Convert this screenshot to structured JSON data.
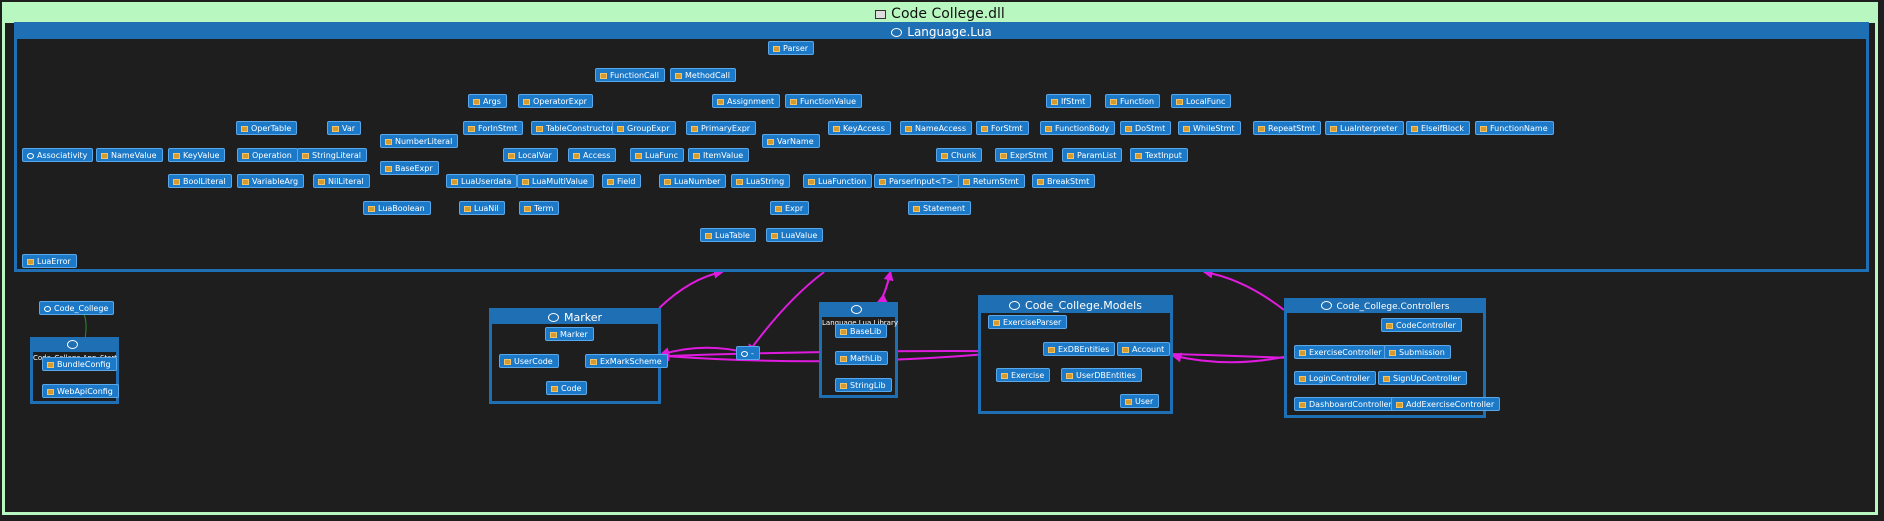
{
  "title": "Code College.dll",
  "groups": [
    {
      "id": "lua",
      "label": "Language.Lua"
    },
    {
      "id": "appstart",
      "label": "Code_College.App_Start"
    },
    {
      "id": "marker",
      "label": "Marker"
    },
    {
      "id": "lualib",
      "label": "Language.Lua.Library"
    },
    {
      "id": "models",
      "label": "Code_College.Models"
    },
    {
      "id": "controllers",
      "label": "Code_College.Controllers"
    }
  ],
  "nodes": [
    {
      "id": "Parser",
      "label": "Parser"
    },
    {
      "id": "FunctionCall",
      "label": "FunctionCall"
    },
    {
      "id": "MethodCall",
      "label": "MethodCall"
    },
    {
      "id": "Args",
      "label": "Args"
    },
    {
      "id": "OperatorExpr",
      "label": "OperatorExpr"
    },
    {
      "id": "Assignment",
      "label": "Assignment"
    },
    {
      "id": "FunctionValue",
      "label": "FunctionValue"
    },
    {
      "id": "IfStmt",
      "label": "IfStmt"
    },
    {
      "id": "Function",
      "label": "Function"
    },
    {
      "id": "LocalFunc",
      "label": "LocalFunc"
    },
    {
      "id": "OperTable",
      "label": "OperTable"
    },
    {
      "id": "Var",
      "label": "Var"
    },
    {
      "id": "ForInStmt",
      "label": "ForInStmt"
    },
    {
      "id": "TableConstructor",
      "label": "TableConstructor"
    },
    {
      "id": "GroupExpr",
      "label": "GroupExpr"
    },
    {
      "id": "PrimaryExpr",
      "label": "PrimaryExpr"
    },
    {
      "id": "KeyAccess",
      "label": "KeyAccess"
    },
    {
      "id": "NameAccess",
      "label": "NameAccess"
    },
    {
      "id": "ForStmt",
      "label": "ForStmt"
    },
    {
      "id": "FunctionBody",
      "label": "FunctionBody"
    },
    {
      "id": "DoStmt",
      "label": "DoStmt"
    },
    {
      "id": "WhileStmt",
      "label": "WhileStmt"
    },
    {
      "id": "RepeatStmt",
      "label": "RepeatStmt"
    },
    {
      "id": "LuaInterpreter",
      "label": "LuaInterpreter"
    },
    {
      "id": "ElseifBlock",
      "label": "ElseifBlock"
    },
    {
      "id": "FunctionName",
      "label": "FunctionName"
    },
    {
      "id": "NumberLiteral",
      "label": "NumberLiteral"
    },
    {
      "id": "VarName",
      "label": "VarName"
    },
    {
      "id": "Associativity",
      "label": "Associativity",
      "ns": true
    },
    {
      "id": "NameValue",
      "label": "NameValue"
    },
    {
      "id": "KeyValue",
      "label": "KeyValue"
    },
    {
      "id": "Operation",
      "label": "Operation"
    },
    {
      "id": "StringLiteral",
      "label": "StringLiteral"
    },
    {
      "id": "LocalVar",
      "label": "LocalVar"
    },
    {
      "id": "Access",
      "label": "Access"
    },
    {
      "id": "LuaFunc",
      "label": "LuaFunc"
    },
    {
      "id": "ItemValue",
      "label": "ItemValue"
    },
    {
      "id": "Chunk",
      "label": "Chunk"
    },
    {
      "id": "ExprStmt",
      "label": "ExprStmt"
    },
    {
      "id": "ParamList",
      "label": "ParamList"
    },
    {
      "id": "TextInput",
      "label": "TextInput"
    },
    {
      "id": "BaseExpr",
      "label": "BaseExpr"
    },
    {
      "id": "BoolLiteral",
      "label": "BoolLiteral"
    },
    {
      "id": "VariableArg",
      "label": "VariableArg"
    },
    {
      "id": "NilLiteral",
      "label": "NilLiteral"
    },
    {
      "id": "LuaUserdata",
      "label": "LuaUserdata"
    },
    {
      "id": "LuaMultiValue",
      "label": "LuaMultiValue"
    },
    {
      "id": "Field",
      "label": "Field"
    },
    {
      "id": "LuaNumber",
      "label": "LuaNumber"
    },
    {
      "id": "LuaString",
      "label": "LuaString"
    },
    {
      "id": "LuaFunction",
      "label": "LuaFunction"
    },
    {
      "id": "ParserInput",
      "label": "ParserInput<T>"
    },
    {
      "id": "ReturnStmt",
      "label": "ReturnStmt"
    },
    {
      "id": "BreakStmt",
      "label": "BreakStmt"
    },
    {
      "id": "LuaBoolean",
      "label": "LuaBoolean"
    },
    {
      "id": "LuaNil",
      "label": "LuaNil"
    },
    {
      "id": "Term",
      "label": "Term"
    },
    {
      "id": "Expr",
      "label": "Expr"
    },
    {
      "id": "Statement",
      "label": "Statement"
    },
    {
      "id": "LuaTable",
      "label": "LuaTable"
    },
    {
      "id": "LuaValue",
      "label": "LuaValue"
    },
    {
      "id": "LuaError",
      "label": "LuaError"
    },
    {
      "id": "Code_College",
      "label": "Code_College",
      "ns": true
    },
    {
      "id": "BundleConfig",
      "label": "BundleConfig"
    },
    {
      "id": "WebApiConfig",
      "label": "WebApiConfig"
    },
    {
      "id": "MarkerCls",
      "label": "Marker"
    },
    {
      "id": "UserCode",
      "label": "UserCode"
    },
    {
      "id": "ExMarkScheme",
      "label": "ExMarkScheme"
    },
    {
      "id": "Code",
      "label": "Code"
    },
    {
      "id": "Global",
      "label": "-",
      "ns": true
    },
    {
      "id": "BaseLib",
      "label": "BaseLib"
    },
    {
      "id": "MathLib",
      "label": "MathLib"
    },
    {
      "id": "StringLib",
      "label": "StringLib"
    },
    {
      "id": "ExerciseParser",
      "label": "ExerciseParser"
    },
    {
      "id": "ExDBEntities",
      "label": "ExDBEntities"
    },
    {
      "id": "Account",
      "label": "Account"
    },
    {
      "id": "Exercise",
      "label": "Exercise"
    },
    {
      "id": "UserDBEntities",
      "label": "UserDBEntities"
    },
    {
      "id": "User",
      "label": "User"
    },
    {
      "id": "CodeController",
      "label": "CodeController"
    },
    {
      "id": "ExerciseController",
      "label": "ExerciseController"
    },
    {
      "id": "Submission",
      "label": "Submission"
    },
    {
      "id": "LoginController",
      "label": "LoginController"
    },
    {
      "id": "SignUpController",
      "label": "SignUpController"
    },
    {
      "id": "DashboardController",
      "label": "DashboardController"
    },
    {
      "id": "AddExerciseController",
      "label": "AddExerciseController"
    }
  ],
  "edges": [
    [
      "Parser",
      "FunctionCall"
    ],
    [
      "Parser",
      "MethodCall"
    ],
    [
      "Parser",
      "Args"
    ],
    [
      "Parser",
      "OperatorExpr"
    ],
    [
      "Parser",
      "Assignment"
    ],
    [
      "Parser",
      "FunctionValue"
    ],
    [
      "Parser",
      "IfStmt"
    ],
    [
      "Parser",
      "Function"
    ],
    [
      "Parser",
      "LocalFunc"
    ],
    [
      "Parser",
      "OperTable"
    ],
    [
      "Parser",
      "Var"
    ],
    [
      "Parser",
      "ForInStmt"
    ],
    [
      "Parser",
      "TableConstructor"
    ],
    [
      "Parser",
      "GroupExpr"
    ],
    [
      "Parser",
      "PrimaryExpr"
    ],
    [
      "Parser",
      "KeyAccess"
    ],
    [
      "Parser",
      "NameAccess"
    ],
    [
      "Parser",
      "ForStmt"
    ],
    [
      "Parser",
      "FunctionBody"
    ],
    [
      "Parser",
      "DoStmt"
    ],
    [
      "Parser",
      "WhileStmt"
    ],
    [
      "Parser",
      "RepeatStmt"
    ],
    [
      "Parser",
      "LuaInterpreter"
    ],
    [
      "Parser",
      "ElseifBlock"
    ],
    [
      "Parser",
      "FunctionName"
    ],
    [
      "Parser",
      "NameValue"
    ],
    [
      "Parser",
      "KeyValue"
    ],
    [
      "Parser",
      "Chunk"
    ],
    [
      "Parser",
      "ExprStmt"
    ],
    [
      "Parser",
      "ParamList"
    ],
    [
      "Parser",
      "TextInput"
    ],
    [
      "Parser",
      "BoolLiteral"
    ],
    [
      "Parser",
      "LuaFunction"
    ],
    [
      "Parser",
      "Expr"
    ],
    [
      "Parser",
      "Statement"
    ],
    [
      "Parser",
      "NumberLiteral"
    ],
    [
      "Parser",
      "StringLiteral"
    ],
    [
      "Parser",
      "VarName"
    ],
    [
      "Parser",
      "LocalVar"
    ],
    [
      "Parser",
      "ReturnStmt"
    ],
    [
      "FunctionCall",
      "Args"
    ],
    [
      "FunctionCall",
      "LuaValue"
    ],
    [
      "FunctionCall",
      "LuaTable"
    ],
    [
      "MethodCall",
      "Args"
    ],
    [
      "MethodCall",
      "LuaValue"
    ],
    [
      "MethodCall",
      "LuaFunction"
    ],
    [
      "Args",
      "TableConstructor"
    ],
    [
      "OperatorExpr",
      "Operation"
    ],
    [
      "OperatorExpr",
      "Term"
    ],
    [
      "Assignment",
      "Var"
    ],
    [
      "Assignment",
      "Expr"
    ],
    [
      "Assignment",
      "LuaTable"
    ],
    [
      "FunctionValue",
      "FunctionBody"
    ],
    [
      "FunctionValue",
      "LuaFunction"
    ],
    [
      "IfStmt",
      "ElseifBlock"
    ],
    [
      "IfStmt",
      "Chunk"
    ],
    [
      "IfStmt",
      "Expr"
    ],
    [
      "Function",
      "FunctionName"
    ],
    [
      "Function",
      "FunctionBody"
    ],
    [
      "LocalFunc",
      "FunctionBody"
    ],
    [
      "LocalFunc",
      "LuaTable"
    ],
    [
      "Var",
      "Access"
    ],
    [
      "Var",
      "LuaValue"
    ],
    [
      "ForInStmt",
      "Chunk"
    ],
    [
      "ForInStmt",
      "LuaMultiValue"
    ],
    [
      "TableConstructor",
      "Field"
    ],
    [
      "TableConstructor",
      "LuaTable"
    ],
    [
      "GroupExpr",
      "Expr"
    ],
    [
      "PrimaryExpr",
      "Access"
    ],
    [
      "PrimaryExpr",
      "LuaValue"
    ],
    [
      "KeyAccess",
      "Expr"
    ],
    [
      "KeyAccess",
      "LuaTable"
    ],
    [
      "NameAccess",
      "LuaTable"
    ],
    [
      "ForStmt",
      "Chunk"
    ],
    [
      "ForStmt",
      "LuaNumber"
    ],
    [
      "FunctionBody",
      "ParamList"
    ],
    [
      "FunctionBody",
      "Chunk"
    ],
    [
      "FunctionBody",
      "LuaFunction"
    ],
    [
      "DoStmt",
      "Chunk"
    ],
    [
      "WhileStmt",
      "Chunk"
    ],
    [
      "WhileStmt",
      "Expr"
    ],
    [
      "RepeatStmt",
      "Chunk"
    ],
    [
      "RepeatStmt",
      "Expr"
    ],
    [
      "LuaInterpreter",
      "Chunk"
    ],
    [
      "LuaInterpreter",
      "LuaTable"
    ],
    [
      "LuaInterpreter",
      "Parser"
    ],
    [
      "LuaInterpreter",
      "TextInput"
    ],
    [
      "ElseifBlock",
      "Chunk"
    ],
    [
      "NumberLiteral",
      "LuaNumber"
    ],
    [
      "StringLiteral",
      "LuaString"
    ],
    [
      "BoolLiteral",
      "LuaBoolean"
    ],
    [
      "NilLiteral",
      "LuaNil"
    ],
    [
      "VariableArg",
      "LuaMultiValue"
    ],
    [
      "LocalVar",
      "LuaMultiValue"
    ],
    [
      "LuaFunc",
      "LuaMultiValue"
    ],
    [
      "LuaFunc",
      "LuaValue"
    ],
    [
      "Chunk",
      "Statement"
    ],
    [
      "Chunk",
      "LuaTable"
    ],
    [
      "ExprStmt",
      "Expr"
    ],
    [
      "ReturnStmt",
      "Expr"
    ],
    [
      "ReturnStmt",
      "LuaMultiValue"
    ],
    [
      "Operation",
      "Term"
    ],
    [
      "Operation",
      "LuaValue"
    ],
    [
      "LuaUserdata",
      "LuaTable"
    ],
    [
      "LuaMultiValue",
      "LuaValue"
    ],
    [
      "LuaNumber",
      "LuaValue"
    ],
    [
      "LuaString",
      "LuaValue"
    ],
    [
      "LuaFunction",
      "LuaValue"
    ],
    [
      "LuaBoolean",
      "LuaValue"
    ],
    [
      "LuaNil",
      "LuaValue"
    ],
    [
      "LuaTable",
      "LuaValue"
    ],
    [
      "Expr",
      "LuaValue"
    ],
    [
      "Term",
      "Expr"
    ],
    [
      "BaseExpr",
      "Term"
    ],
    [
      "ParserInput",
      "Parser"
    ],
    [
      "ItemValue",
      "Field"
    ],
    [
      "NameValue",
      "Field"
    ],
    [
      "KeyValue",
      "Field"
    ],
    [
      "Code_College",
      "BundleConfig"
    ],
    [
      "MarkerCls",
      "ExMarkScheme"
    ],
    [
      "MarkerCls",
      "Code"
    ],
    [
      "UserCode",
      "Code"
    ],
    [
      "ExMarkScheme",
      "Code"
    ],
    [
      "ExerciseParser",
      "ExDBEntities"
    ],
    [
      "ExerciseParser",
      "Exercise"
    ],
    [
      "Account",
      "ExDBEntities"
    ],
    [
      "Account",
      "UserDBEntities"
    ],
    [
      "Account",
      "User"
    ],
    [
      "Account",
      "Exercise"
    ],
    [
      "UserDBEntities",
      "Exercise"
    ],
    [
      "CodeController",
      "ExerciseController"
    ],
    [
      "CodeController",
      "Submission"
    ]
  ],
  "group_edges": [
    [
      "marker",
      "lua"
    ],
    [
      "lualib",
      "lua"
    ],
    [
      "controllers",
      "lua"
    ],
    [
      "controllers",
      "models"
    ],
    [
      "controllers",
      "marker"
    ],
    [
      "models",
      "marker"
    ],
    [
      "lua",
      "Global"
    ],
    [
      "lua",
      "lualib"
    ],
    [
      "Global",
      "marker"
    ]
  ]
}
